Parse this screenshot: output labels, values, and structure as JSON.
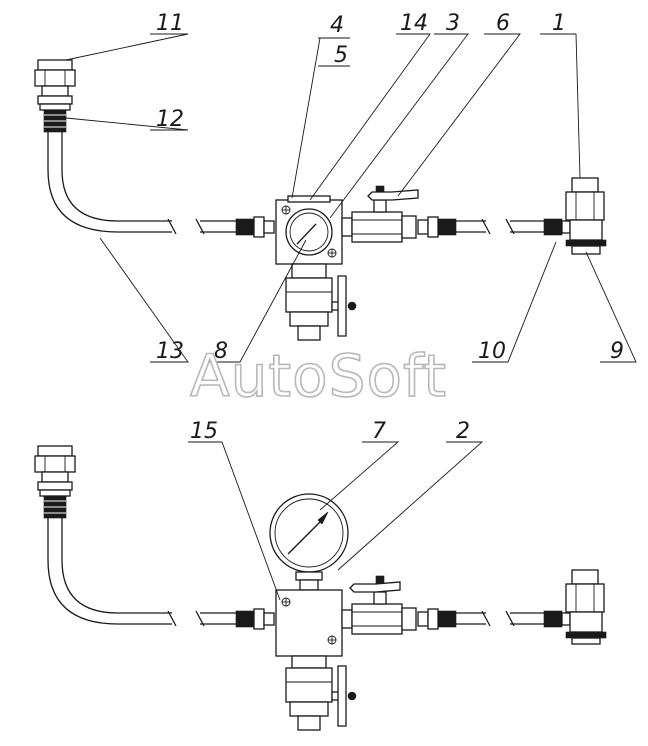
{
  "watermark": "AutoSoft",
  "callouts": [
    {
      "id": "c11",
      "label": "11"
    },
    {
      "id": "c12",
      "label": "12"
    },
    {
      "id": "c4",
      "label": "4"
    },
    {
      "id": "c5",
      "label": "5"
    },
    {
      "id": "c14",
      "label": "14"
    },
    {
      "id": "c3",
      "label": "3"
    },
    {
      "id": "c6",
      "label": "6"
    },
    {
      "id": "c1",
      "label": "1"
    },
    {
      "id": "c13",
      "label": "13"
    },
    {
      "id": "c8",
      "label": "8"
    },
    {
      "id": "c10",
      "label": "10"
    },
    {
      "id": "c9",
      "label": "9"
    },
    {
      "id": "c15",
      "label": "15"
    },
    {
      "id": "c7",
      "label": "7"
    },
    {
      "id": "c2",
      "label": "2"
    }
  ],
  "colors": {
    "line": "#1a1a1a",
    "watermark_outline": "#b8b8b8",
    "background": "#ffffff"
  }
}
